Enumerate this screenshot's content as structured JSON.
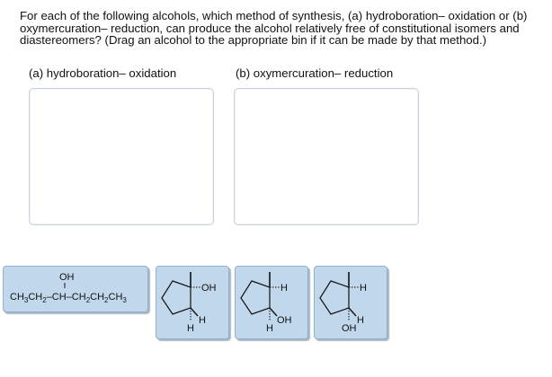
{
  "question": {
    "text": "For each of the following alcohols, which method of synthesis, (a) hydroboration– oxidation or (b) oxymercuration– reduction, can produce the alcohol relatively free of constitutional isomers and diastereomers? (Drag an alcohol to the appropriate bin if it can be made by that method.)"
  },
  "bins": [
    {
      "label": "(a) hydroboration– oxidation"
    },
    {
      "label": "(b) oxymercuration– reduction"
    }
  ],
  "alcohols": [
    {
      "oh": "OH",
      "parts": [
        "CH",
        "3",
        "CH",
        "2",
        "–CH–CH",
        "2",
        "CH",
        "2",
        "CH",
        "3"
      ]
    },
    {
      "oh": "OH",
      "h": "H",
      "h2": "H"
    },
    {
      "oh": "OH",
      "h": "H",
      "h2": "H"
    },
    {
      "oh": "OH",
      "h": "H",
      "h2": "H"
    }
  ]
}
